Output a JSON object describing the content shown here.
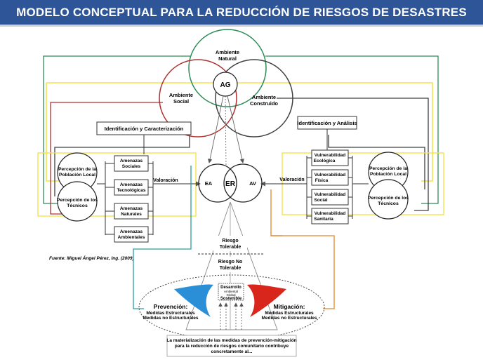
{
  "title": "MODELO CONCEPTUAL PARA LA REDUCCIÓN DE RIESGOS DE DESASTRES",
  "colors": {
    "banner": "#2e5597",
    "green": "#2e8b57",
    "red": "#b03030",
    "yellow": "#f2e34c",
    "dark_gray": "#404040",
    "teal": "#2a9d9d",
    "orange": "#e0862a",
    "blue_shape": "#2b8fd8",
    "red_shape": "#d9261c"
  },
  "top_circles": {
    "natural": [
      "Ambiente",
      "Natural"
    ],
    "social": [
      "Ambiente",
      "Social"
    ],
    "construido": [
      "Ambiente",
      "Construido"
    ],
    "center": "AG"
  },
  "left_header": "Identificación y Caracterización",
  "right_header": "Identificación y Análisis",
  "left_circles": {
    "poblacion": [
      "Percepción de la",
      "Población Local"
    ],
    "tecnicos": [
      "Percepción de los",
      "Técnicos"
    ]
  },
  "right_circles": {
    "poblacion": [
      "Percepción de la",
      "Población Local"
    ],
    "tecnicos": [
      "Percepción de los",
      "Técnicos"
    ]
  },
  "amenazas": [
    [
      "Amenazas",
      "Sociales"
    ],
    [
      "Amenazas",
      "Tecnológicas"
    ],
    [
      "Amenazas",
      "Naturales"
    ],
    [
      "Amenazas",
      "Ambientales"
    ]
  ],
  "vulnerabilidades": [
    [
      "Vulnerabilidad",
      "Ecológica"
    ],
    [
      "Vulnerabilidad",
      "Física"
    ],
    [
      "Vulnerabilidad",
      "Social"
    ],
    [
      "Vulnerabilidad",
      "Sanitaria"
    ]
  ],
  "valoracion_left": "Valoración",
  "valoracion_right": "Valoración",
  "center_circles": {
    "ea": "EA",
    "er": "ER",
    "av": "AV"
  },
  "riesgo_tolerable": [
    "Riesgo",
    "Tolerable"
  ],
  "riesgo_no_tolerable": [
    "Riesgo No",
    "Tolerable"
  ],
  "fuente": "Fuente: Miguel Ángel Pérez, Ing. (2009)",
  "prevencion": {
    "title": "Prevención:",
    "lines": [
      "Medidas Estructurales",
      "Medidas no Estructurales"
    ]
  },
  "mitigacion": {
    "title": "Mitigación:",
    "lines": [
      "Medidas Estructurales",
      "Medidas no Estructurales"
    ]
  },
  "desarrollo": [
    "Desarrollo",
    "Ambiental",
    "Global",
    "Sostenible"
  ],
  "bottom_note": [
    "La materialización de las medidas de prevención-mitigación",
    "para la reducción de riesgos comunitario contribuye",
    "concretamente al..."
  ]
}
